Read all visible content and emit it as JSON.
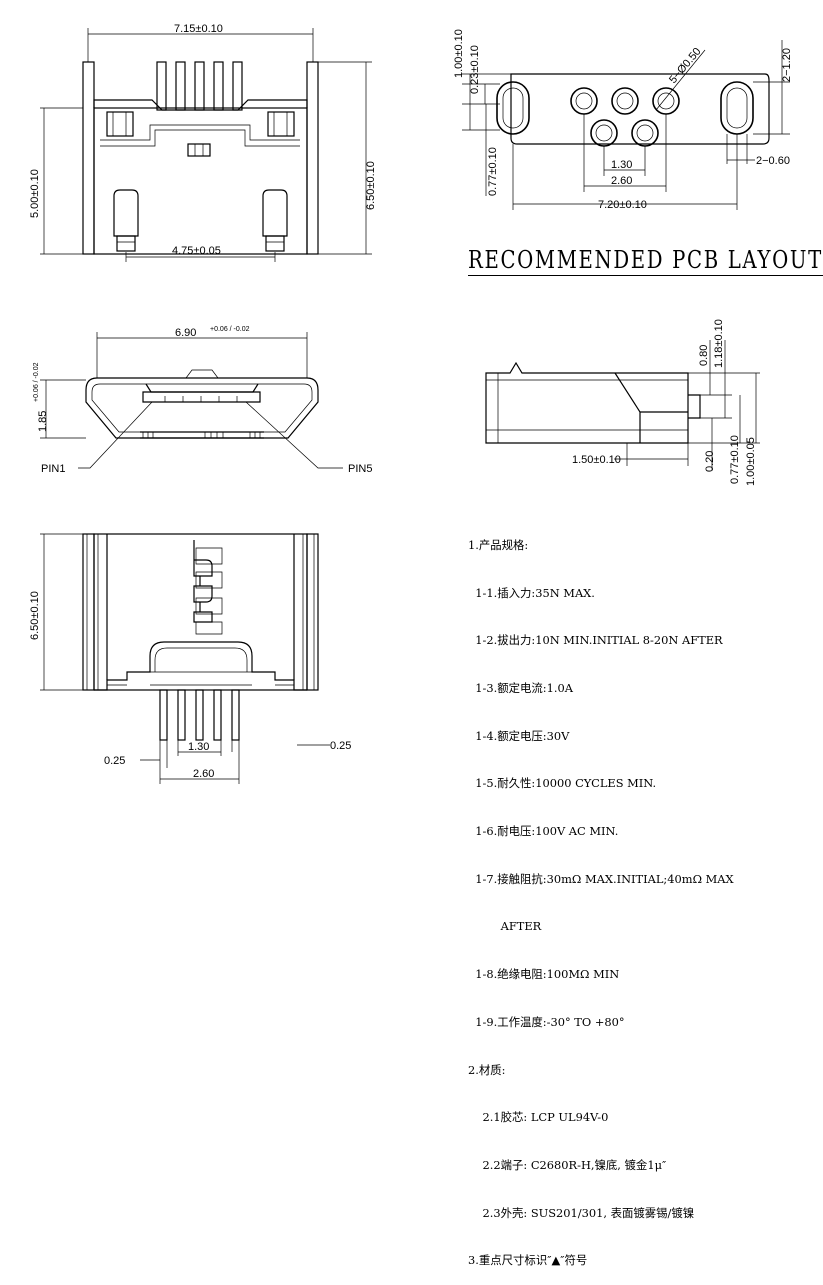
{
  "dimensions": {
    "top_width": "7.15±0.10",
    "top_height_left": "5.00±0.10",
    "top_height_right": "6.50±0.10",
    "top_pad_spacing": "4.75±0.05",
    "pcb_h1": "1.00±0.10",
    "pcb_h2": "0.23±0.10",
    "pcb_hole": "5−Ø0.50",
    "pcb_slot_len": "2−1.20",
    "pcb_slot_w": "2−0.60",
    "pcb_pitch1": "1.30",
    "pcb_pitch2": "2.60",
    "pcb_h3": "0.77±0.10",
    "pcb_width": "7.20±0.10",
    "front_width_main": "6.90",
    "front_width_tol": "+0.06 / -0.02",
    "front_height": "1.85",
    "front_height_tol": "+0.06 / -0.02",
    "pin1": "PIN1",
    "pin5": "PIN5",
    "side_080": "0.80",
    "side_118": "1.18±0.10",
    "side_150": "1.50±0.10",
    "side_020": "0.20",
    "side_077": "0.77±0.10",
    "side_100": "1.00±0.05",
    "bottom_height": "6.50±0.10",
    "bottom_025_left": "0.25",
    "bottom_130": "1.30",
    "bottom_025_right": "0.25",
    "bottom_260": "2.60"
  },
  "layout_title": "RECOMMENDED PCB LAYOUT",
  "specs": [
    "1.产品规格:",
    "  1-1.插入力:35N MAX.",
    "  1-2.拔出力:10N MIN.INITIAL 8-20N AFTER",
    "  1-3.额定电流:1.0A",
    "  1-4.额定电压:30V",
    "  1-5.耐久性:10000 CYCLES MIN.",
    "  1-6.耐电压:100V AC MIN.",
    "  1-7.接触阻抗:30mΩ MAX.INITIAL;40mΩ MAX",
    "         AFTER",
    "  1-8.绝缘电阻:100MΩ MIN",
    "  1-9.工作温度:-30° TO +80°",
    "2.材质:",
    "    2.1胶芯: LCP UL94V-0",
    "    2.2端子: C2680R-H,镍底, 镀金1μ″",
    "    2.3外壳: SUS201/301, 表面镀雾锡/镀镍",
    "3.重点尺寸标识″▲″符号"
  ]
}
